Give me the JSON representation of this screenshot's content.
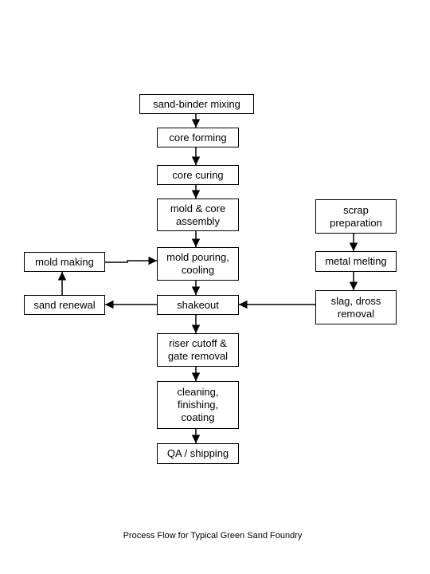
{
  "nodes": {
    "sand_binder_mixing": "sand-binder mixing",
    "core_forming": "core forming",
    "core_curing": "core curing",
    "mold_core_assembly": "mold & core\nassembly",
    "mold_pouring_cooling": "mold pouring,\ncooling",
    "shakeout": "shakeout",
    "riser_cutoff_gate_removal": "riser cutoff &\ngate removal",
    "cleaning_finishing_coating": "cleaning,\nfinishing,\ncoating",
    "qa_shipping": "QA / shipping",
    "mold_making": "mold making",
    "sand_renewal": "sand renewal",
    "scrap_preparation": "scrap\npreparation",
    "metal_melting": "metal melting",
    "slag_dross_removal": "slag, dross\nremoval"
  },
  "caption": "Process Flow for Typical Green Sand Foundry"
}
